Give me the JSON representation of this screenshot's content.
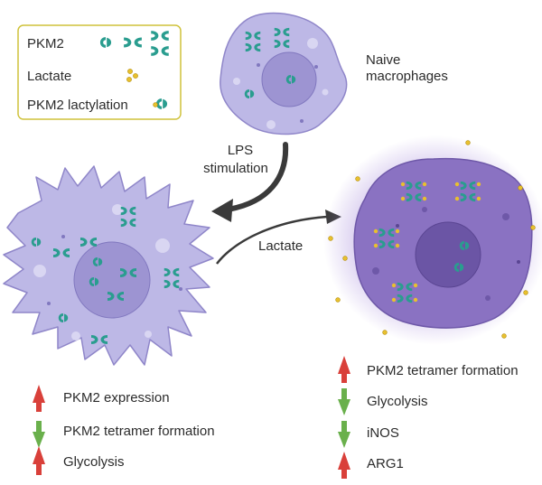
{
  "legend": {
    "pkm2": "PKM2",
    "lactate": "Lactate",
    "pkm2_lactylation": "PKM2 lactylation"
  },
  "naive": {
    "label_line1": "Naive",
    "label_line2": "macrophages"
  },
  "lps": {
    "line1": "LPS",
    "line2": "stimulation"
  },
  "lactate_arrow": "Lactate",
  "left_effects": [
    {
      "direction": "up",
      "text": "PKM2 expression"
    },
    {
      "direction": "down",
      "text": "PKM2 tetramer formation"
    },
    {
      "direction": "up",
      "text": "Glycolysis"
    }
  ],
  "right_effects": [
    {
      "direction": "up",
      "text": "PKM2 tetramer formation"
    },
    {
      "direction": "down",
      "text": "Glycolysis"
    },
    {
      "direction": "down",
      "text": "iNOS"
    },
    {
      "direction": "up",
      "text": "ARG1"
    }
  ],
  "colors": {
    "up_arrow": "#d9403a",
    "down_arrow": "#6ab04c",
    "protein": "#2a9d8f",
    "lactate": "#e8c02e",
    "cell": "#bdb8e6",
    "lactylated_cell": "#8a72c2"
  }
}
